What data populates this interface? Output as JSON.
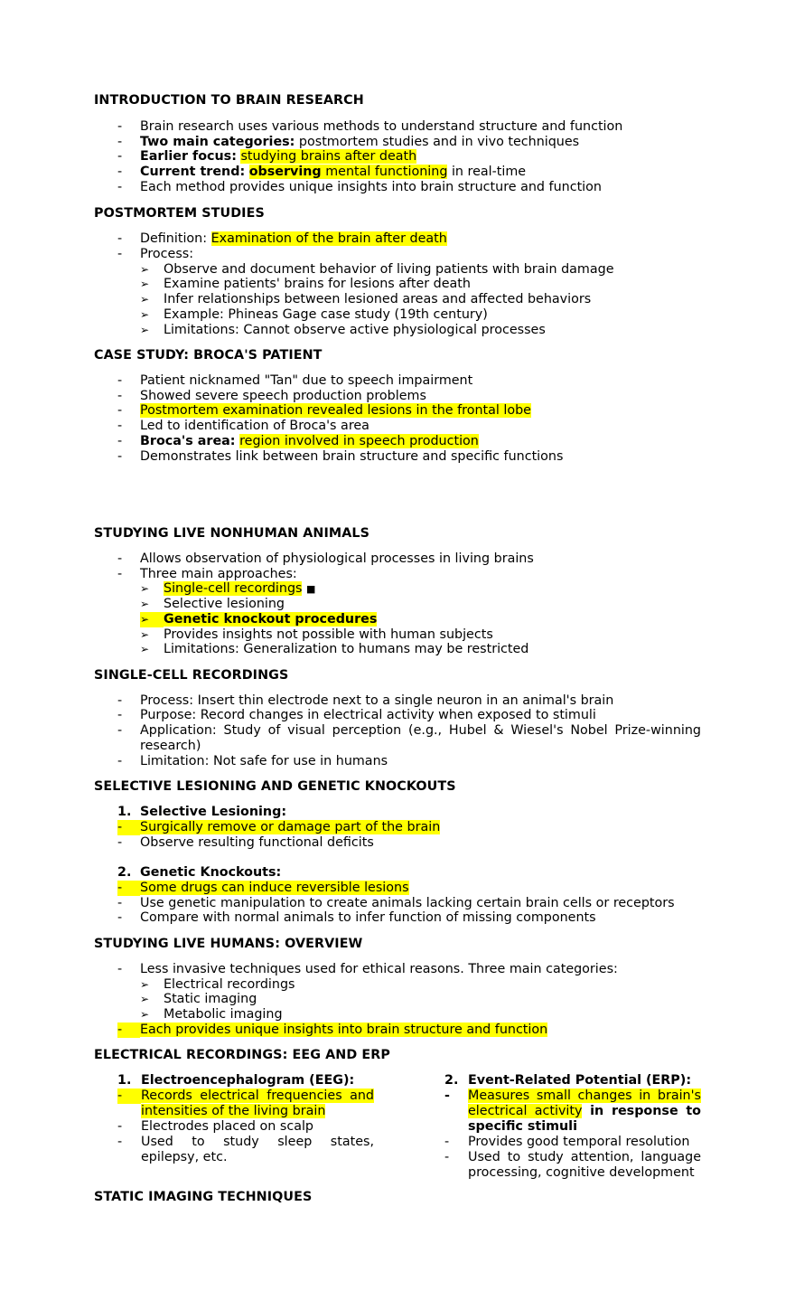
{
  "s1": {
    "heading": "INTRODUCTION TO BRAIN RESEARCH",
    "b1": "Brain research uses various methods to understand structure and function",
    "b2_bold": "Two main categories:",
    "b2_rest": " postmortem studies and in vivo techniques",
    "b3_bold": "Earlier focus:",
    "b3_hl": "studying brains after death",
    "b4_bold": "Current trend:",
    "b4_hl_bold": "observing",
    "b4_hl": " mental functioning",
    "b4_rest": " in real-time",
    "b5": "Each method provides unique insights into brain structure and function"
  },
  "s2": {
    "heading": "POSTMORTEM STUDIES",
    "b1_pre": "Definition: ",
    "b1_hl": "Examination of the brain after death",
    "b2": "Process:",
    "sub": [
      "Observe and document behavior of living patients with brain damage",
      "Examine patients' brains for lesions after death",
      "Infer relationships between lesioned areas and affected behaviors",
      "Example: Phineas Gage case study (19th century)",
      "Limitations: Cannot observe active physiological processes"
    ]
  },
  "s3": {
    "heading": "CASE STUDY: BROCA'S PATIENT",
    "b1": "Patient nicknamed \"Tan\" due to speech impairment",
    "b2": "Showed severe speech production problems",
    "b3_hl": "Postmortem examination revealed lesions in the frontal lobe",
    "b4": "Led to identification of Broca's area",
    "b5_bold": "Broca's area:",
    "b5_hl": "region involved in speech production",
    "b6": "Demonstrates link between brain structure and specific functions"
  },
  "s4": {
    "heading": "STUDYING LIVE NONHUMAN ANIMALS",
    "b1": "Allows observation of physiological processes in living brains",
    "b2": "Three main approaches:",
    "sub1_hl": "Single-cell recordings",
    "sub1_mark": "■",
    "sub2": "Selective lesioning",
    "sub3_hl_bold": "Genetic knockout procedures",
    "sub4": "Provides insights not possible with human subjects",
    "sub5": "Limitations: Generalization to humans may be restricted"
  },
  "s5": {
    "heading": "SINGLE-CELL RECORDINGS",
    "b1": "Process: Insert thin electrode next to a single neuron in an animal's brain",
    "b2": "Purpose: Record changes in electrical activity when exposed to stimuli",
    "b3": "Application: Study of visual perception (e.g., Hubel & Wiesel's Nobel Prize-winning research)",
    "b4": "Limitation: Not safe for use in humans"
  },
  "s6": {
    "heading": "SELECTIVE LESIONING AND GENETIC KNOCKOUTS",
    "n1_num": "1.",
    "n1_label": "Selective Lesioning:",
    "n1_b1_hl": "Surgically remove or damage part of the brain",
    "n1_b2": "Observe resulting functional deficits",
    "n2_num": "2.",
    "n2_label": "Genetic Knockouts:",
    "n2_b1_hl": "Some drugs can induce reversible lesions",
    "n2_b2": "Use genetic manipulation to create animals lacking certain brain cells or receptors",
    "n2_b3": "Compare with normal animals to infer function of missing components"
  },
  "s7": {
    "heading": "STUDYING LIVE HUMANS: OVERVIEW",
    "b1": "Less invasive techniques used for ethical reasons. Three main categories:",
    "sub": [
      "Electrical recordings",
      "Static imaging",
      "Metabolic imaging"
    ],
    "b2_hl": "Each provides unique insights into brain structure and function"
  },
  "s8": {
    "heading": "ELECTRICAL RECORDINGS: EEG AND ERP",
    "c1_num": "1.",
    "c1_label": "Electroencephalogram (EEG):",
    "c1_b1_hl": "Records electrical frequencies and intensities of the living brain",
    "c1_b2": "Electrodes placed on scalp",
    "c1_b3": "Used to study sleep states, epilepsy, etc.",
    "c2_num": "2.",
    "c2_label": "Event-Related Potential (ERP):",
    "c2_b1_hl": "Measures small changes in brain's electrical activity",
    "c2_b1_bold": " in response to specific stimuli",
    "c2_b2": "Provides good temporal resolution",
    "c2_b3": "Used to study attention, language processing, cognitive development"
  },
  "s9": {
    "heading": "STATIC IMAGING TECHNIQUES"
  },
  "markers": {
    "dash": "-",
    "arrow": "➢",
    "bold_dash": "-"
  },
  "colors": {
    "highlight": "#ffff00",
    "text": "#000000"
  }
}
